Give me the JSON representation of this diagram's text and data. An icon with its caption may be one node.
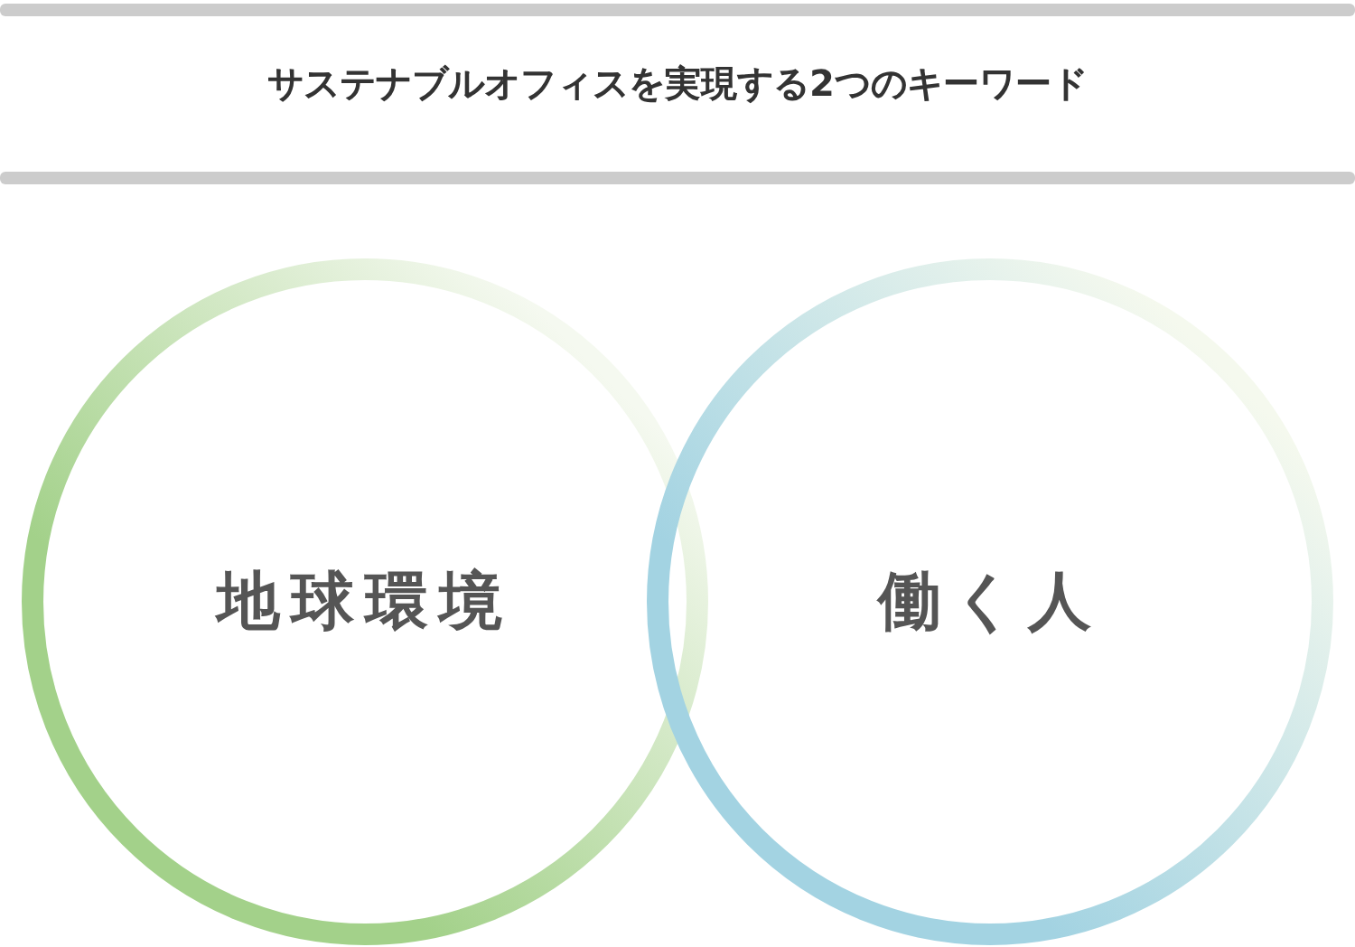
{
  "diagram": {
    "title": "サステナブルオフィスを実現する2つのキーワード",
    "nodes": [
      {
        "text": [
          "地球環境"
        ]
      },
      {
        "text": [
          "働く人"
        ]
      }
    ]
  }
}
